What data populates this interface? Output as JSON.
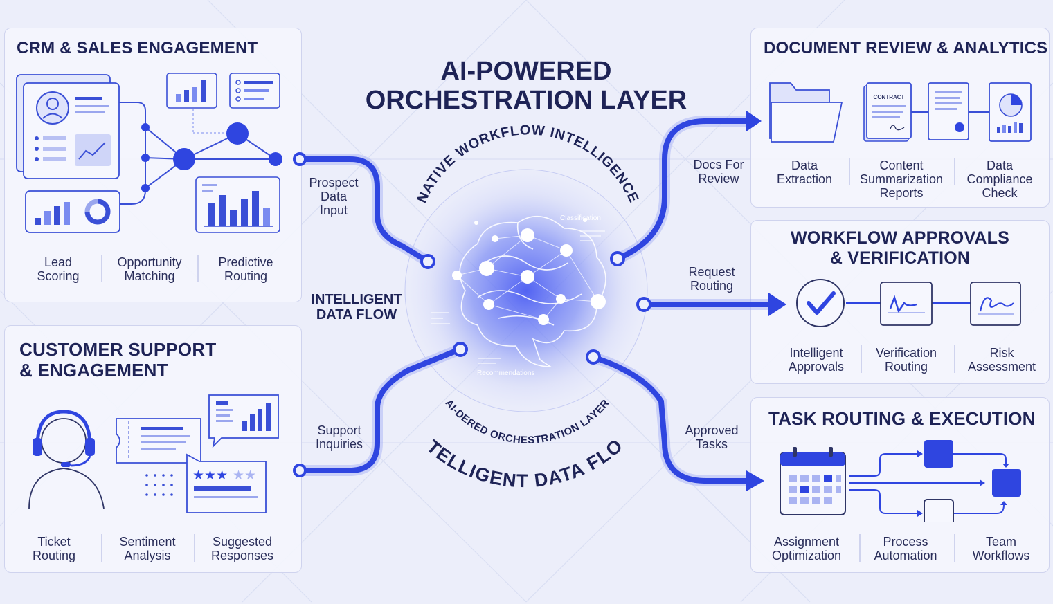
{
  "title": "AI-POWERED\nORCHESTRATION LAYER",
  "center": {
    "arc_top": "NATIVE WORKFLOW INTELLIGENCE",
    "arc_bottom_inner": "AI-DERED ORCHESTRATION LAYER",
    "arc_bottom_outer": "INTELLIGENT DATA FLOW",
    "side_label": "INTELLIGENT\nDATA FLOW",
    "tag_classification": "Classification",
    "tag_recommendations": "Recommendations"
  },
  "panels": {
    "crm": {
      "title": "CRM & SALES ENGAGEMENT",
      "labels": [
        "Lead\nScoring",
        "Opportunity\nMatching",
        "Predictive\nRouting"
      ]
    },
    "support": {
      "title": "CUSTOMER SUPPORT\n& ENGAGEMENT",
      "labels": [
        "Ticket\nRouting",
        "Sentiment\nAnalysis",
        "Suggested\nResponses"
      ]
    },
    "docs": {
      "title": "DOCUMENT REVIEW & ANALYTICS",
      "contract_label": "CONTRACT",
      "labels": [
        "Data\nExtraction",
        "Content\nSummarization\nReports",
        "Data\nCompliance\nCheck"
      ]
    },
    "approvals": {
      "title": "WORKFLOW APPROVALS\n& VERIFICATION",
      "labels": [
        "Intelligent\nApprovals",
        "Verification\nRouting",
        "Risk\nAssessment"
      ]
    },
    "tasks": {
      "title": "TASK ROUTING & EXECUTION",
      "labels": [
        "Assignment\nOptimization",
        "Process\nAutomation",
        "Team\nWorkflows"
      ]
    }
  },
  "flows": {
    "prospect": "Prospect\nData\nInput",
    "support": "Support\nInquiries",
    "docs": "Docs For\nReview",
    "request": "Request\nRouting",
    "approved": "Approved\nTasks"
  },
  "colors": {
    "accent": "#2f45e0",
    "accent_light": "#6b7ef2",
    "panel_bg": "#f4f5fd",
    "text_dark": "#1e2356",
    "background": "#eceefa"
  }
}
